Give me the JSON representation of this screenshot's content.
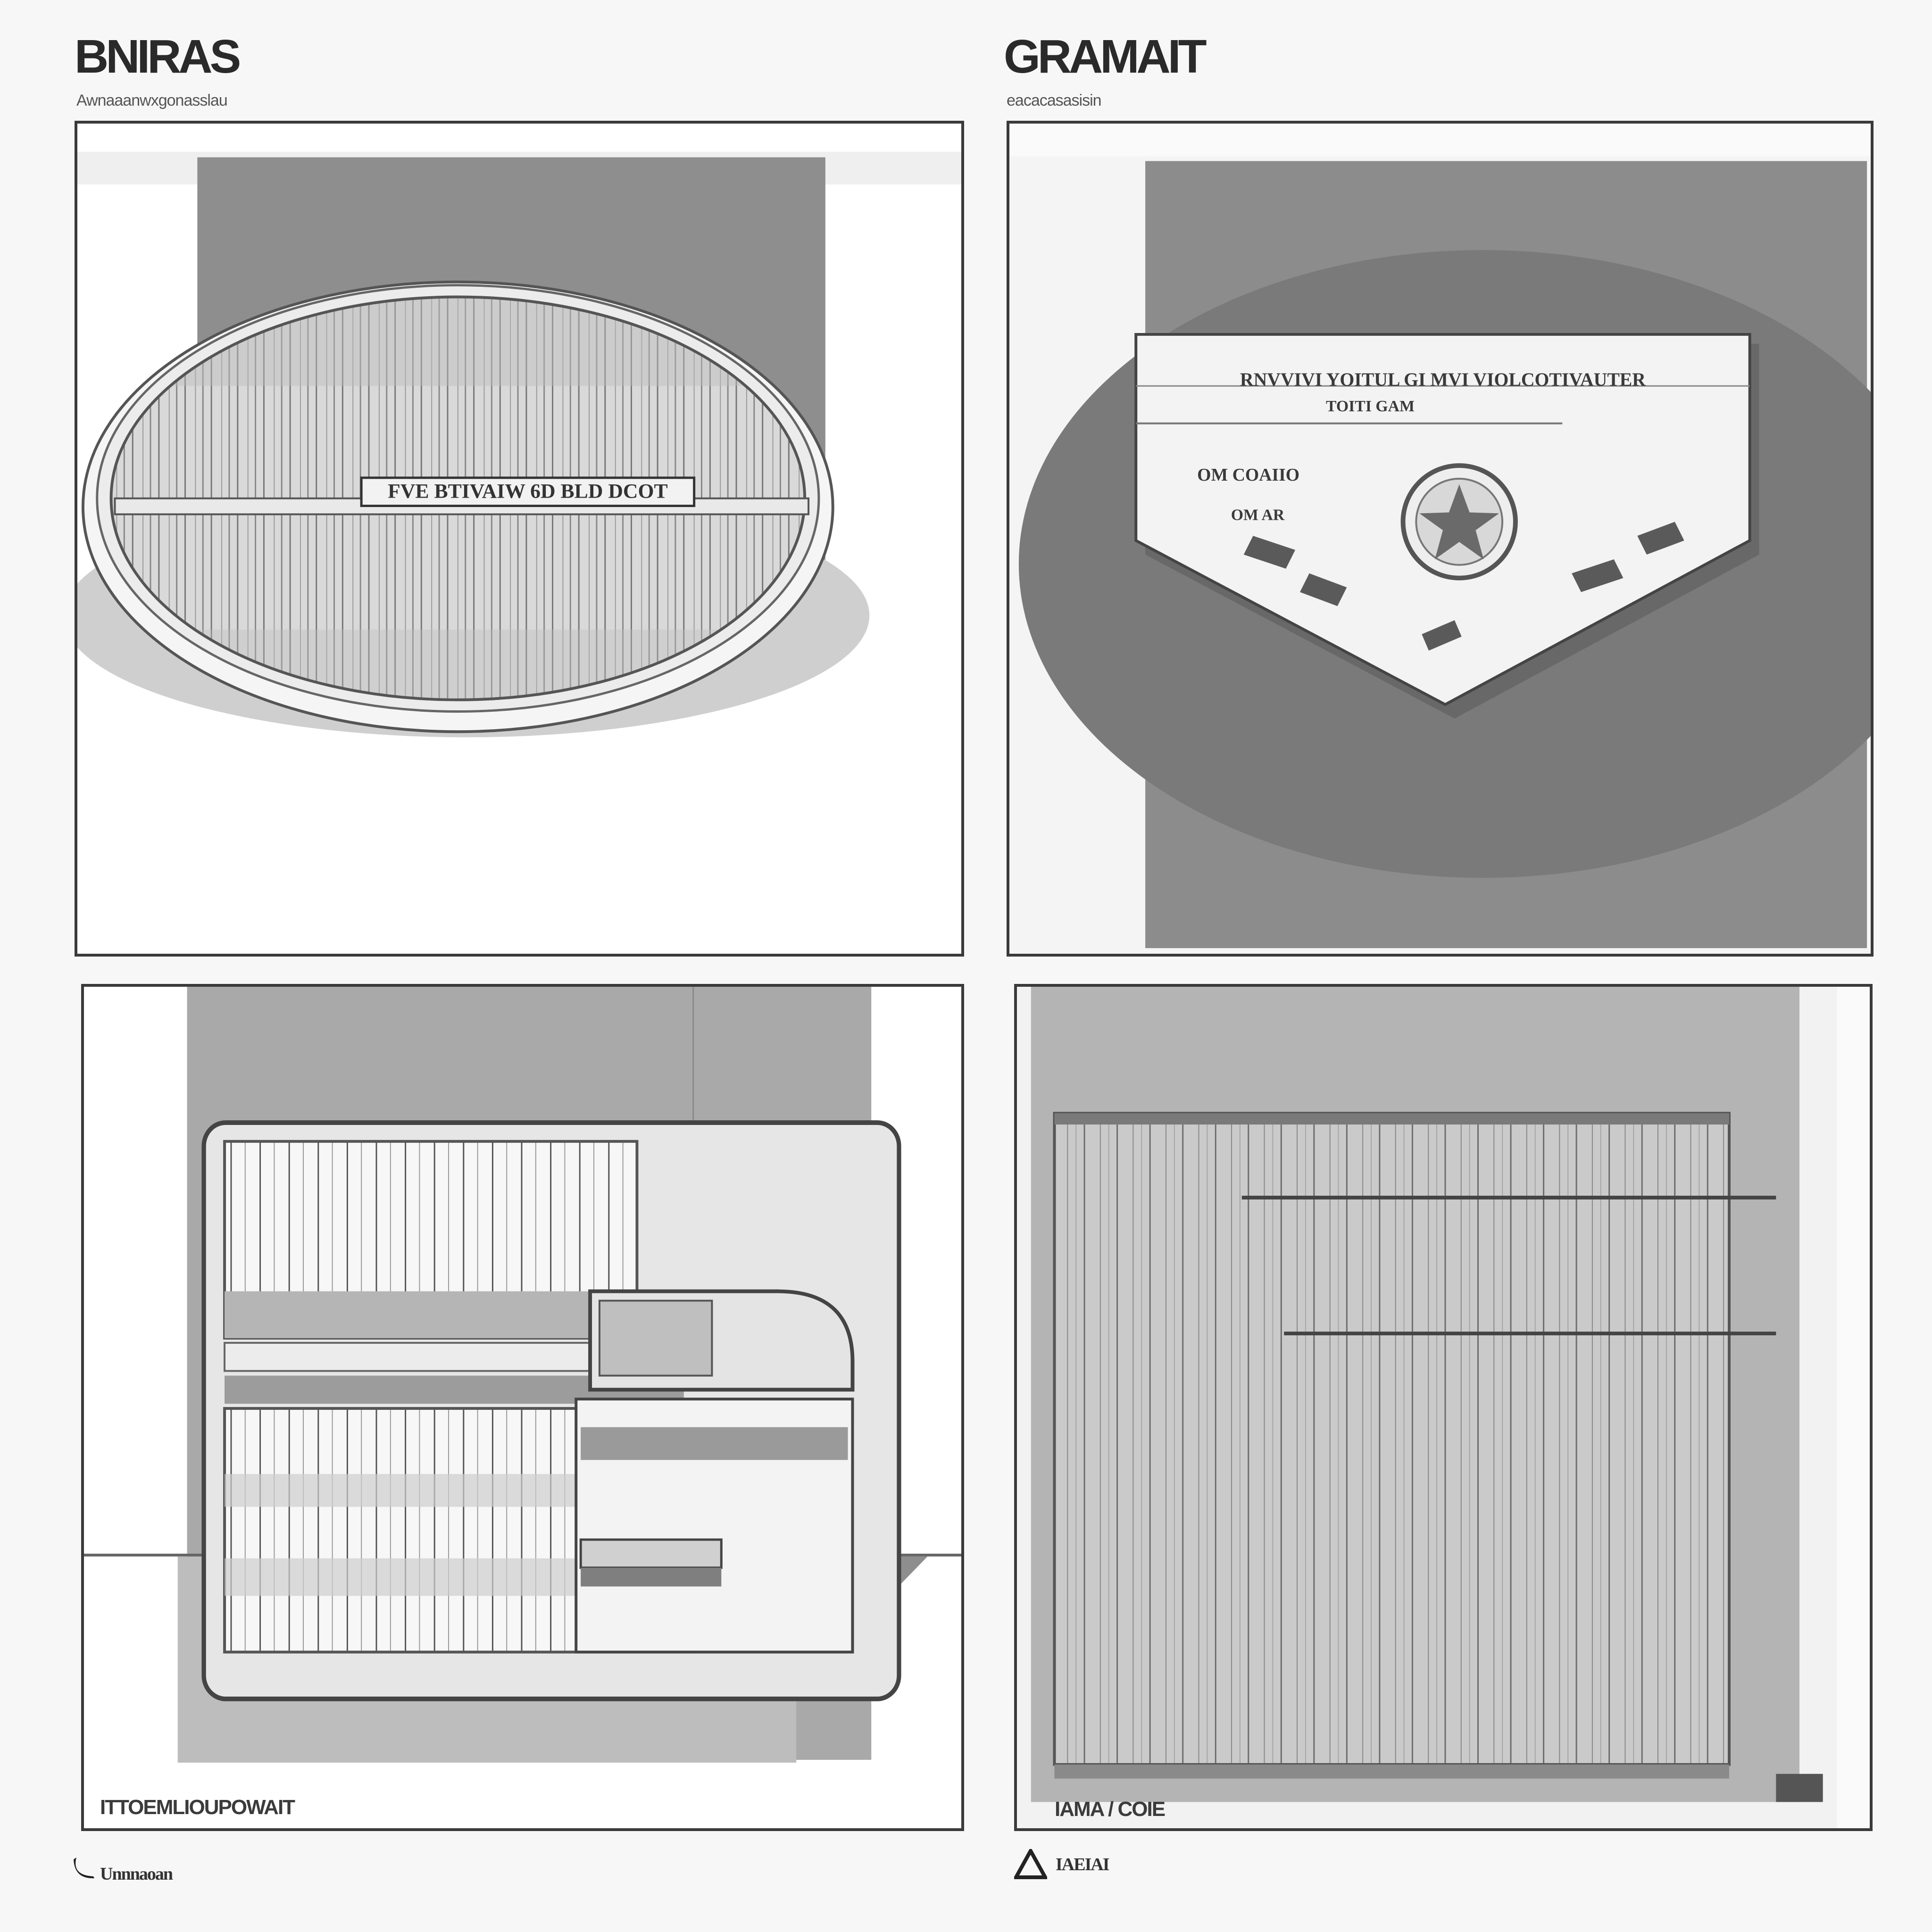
{
  "left_column": {
    "heading": "BNIRAS",
    "subcaption": "Awnaaanwxgonasslau"
  },
  "right_column": {
    "heading": "GRAMAIT",
    "subcaption": "eacacasasisin"
  },
  "panels": {
    "oval": {
      "label": "FVE BTIVAIW 6D BLD DCOT"
    },
    "banner": {
      "line_1": "RNVVIVI YOITUL   GI MVI VIOLCOTIVAUTER",
      "line_2": "TOITI GAM",
      "line_3": "OM COAIIO",
      "line_4": "OM AR"
    },
    "floorplan": {
      "caption": "ITTOEMLIOUPOWAIT"
    },
    "slats": {
      "caption": "IAMA / COIE"
    }
  },
  "footer": {
    "left_icon": "crescent-icon",
    "left_caption": "Unnnaoan",
    "right_icon": "triangle-icon",
    "right_caption": "IAEIAI"
  }
}
